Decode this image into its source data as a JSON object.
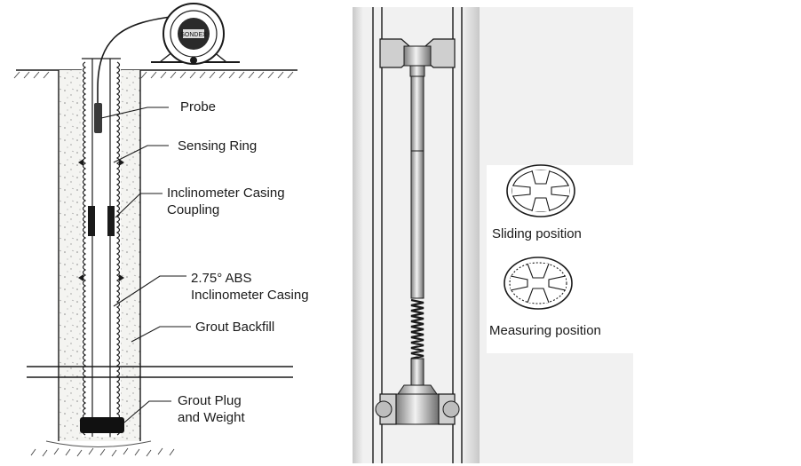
{
  "left_diagram": {
    "reel_brand": "SONDEX",
    "labels": {
      "probe": "Probe",
      "sensing_ring": "Sensing Ring",
      "coupling_line1": "Inclinometer Casing",
      "coupling_line2": "Coupling",
      "casing_line1": "2.75° ABS",
      "casing_line2": "Inclinometer Casing",
      "grout_backfill": "Grout Backfill",
      "grout_plug_line1": "Grout Plug",
      "grout_plug_line2": "and Weight"
    }
  },
  "right_diagram": {
    "labels": {
      "sliding": "Sliding position",
      "measuring": "Measuring position"
    }
  },
  "colors": {
    "line": "#1a1a1a",
    "grout": "#f4f4f1",
    "metal_light": "#d9d9d9",
    "metal_dark": "#8a8a8a",
    "background_gray": "#e9e9e9"
  }
}
